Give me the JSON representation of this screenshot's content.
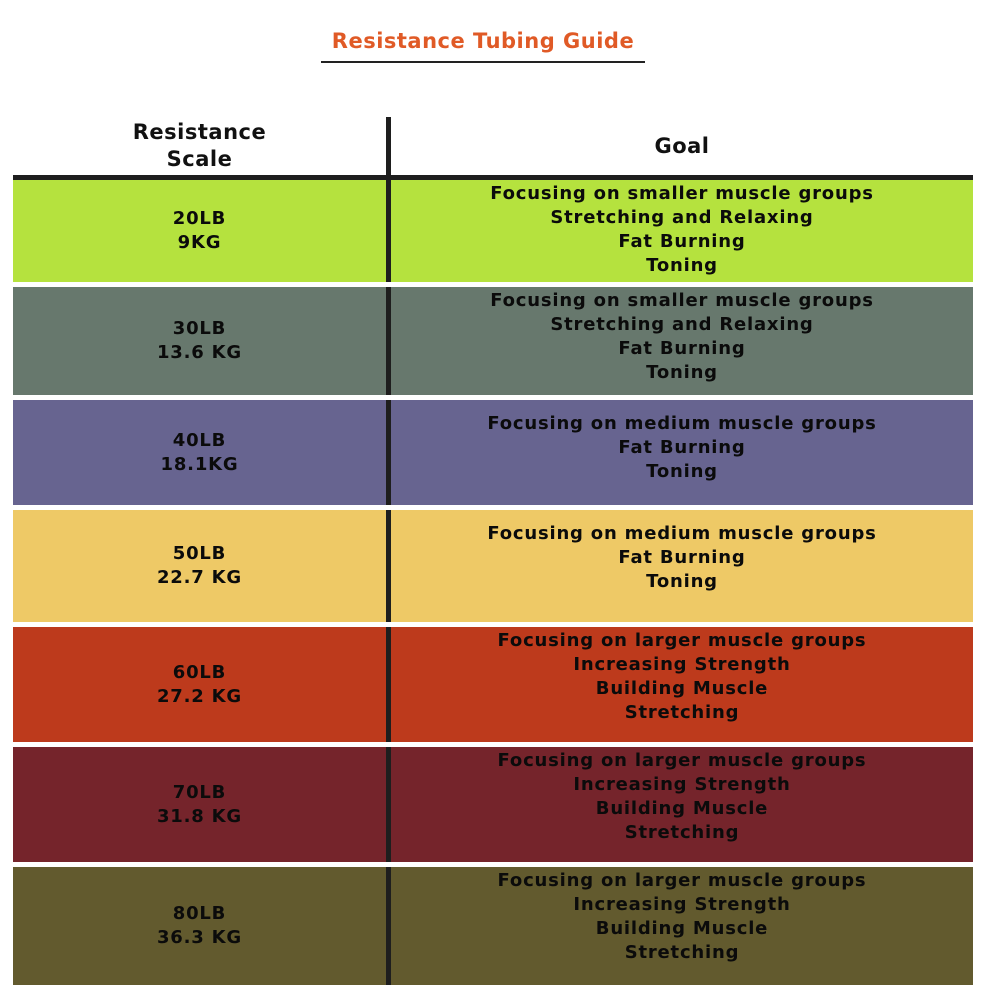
{
  "title": "Resistance Tubing Guide",
  "colors": {
    "title": "#e05a26",
    "divider": "#1e1e1e"
  },
  "header": {
    "scale": "Resistance\nScale",
    "goal": "Goal"
  },
  "rows": [
    {
      "lb": "20LB",
      "kg": "9KG",
      "color": "#b5e23e",
      "goals": [
        "Focusing on smaller muscle groups",
        "Stretching and Relaxing",
        "Fat Burning",
        "Toning"
      ]
    },
    {
      "lb": "30LB",
      "kg": "13.6 KG",
      "color": "#67786d",
      "goals": [
        "Focusing on smaller muscle groups",
        "Stretching and Relaxing",
        "Fat Burning",
        "Toning"
      ]
    },
    {
      "lb": "40LB",
      "kg": "18.1KG",
      "color": "#676490",
      "goals": [
        "Focusing on medium muscle groups",
        "Fat Burning",
        "Toning"
      ]
    },
    {
      "lb": "50LB",
      "kg": "22.7 KG",
      "color": "#eec966",
      "goals": [
        "Focusing on medium muscle groups",
        "Fat Burning",
        "Toning"
      ]
    },
    {
      "lb": "60LB",
      "kg": "27.2 KG",
      "color": "#bd3a1c",
      "goals": [
        "Focusing on larger muscle groups",
        "Increasing Strength",
        "Building Muscle",
        "Stretching"
      ]
    },
    {
      "lb": "70LB",
      "kg": "31.8 KG",
      "color": "#75242b",
      "goals": [
        "Focusing on larger muscle groups",
        "Increasing Strength",
        "Building Muscle",
        "Stretching"
      ]
    },
    {
      "lb": "80LB",
      "kg": "36.3 KG",
      "color": "#625a2e",
      "goals": [
        "Focusing on larger muscle groups",
        "Increasing Strength",
        "Building Muscle",
        "Stretching"
      ]
    }
  ]
}
